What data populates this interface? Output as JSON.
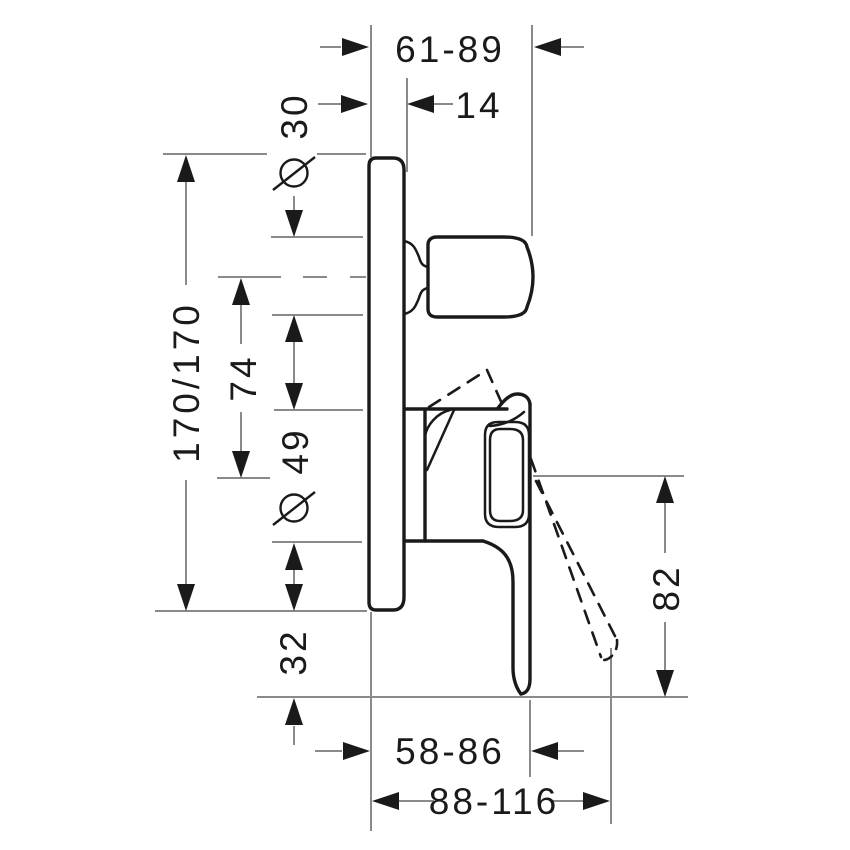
{
  "colors": {
    "background": "#ffffff",
    "outline": "#1a1a1a",
    "dimension_line": "#8a8a8a"
  },
  "dimensions": {
    "depth_range": {
      "label": "61-89"
    },
    "flange_depth": {
      "label": "14"
    },
    "top_knob_diameter": {
      "symbol": "Ø",
      "value": "30"
    },
    "plate_height": {
      "label": "170/170"
    },
    "center_distance": {
      "label": "74"
    },
    "handle_hub_diameter": {
      "symbol": "Ø",
      "value": "49"
    },
    "lever_drop": {
      "label": "82"
    },
    "bottom_offset": {
      "label": "32"
    },
    "lever_depth_range": {
      "label": "58-86"
    },
    "lever_reach_range": {
      "label": "88-116"
    }
  }
}
